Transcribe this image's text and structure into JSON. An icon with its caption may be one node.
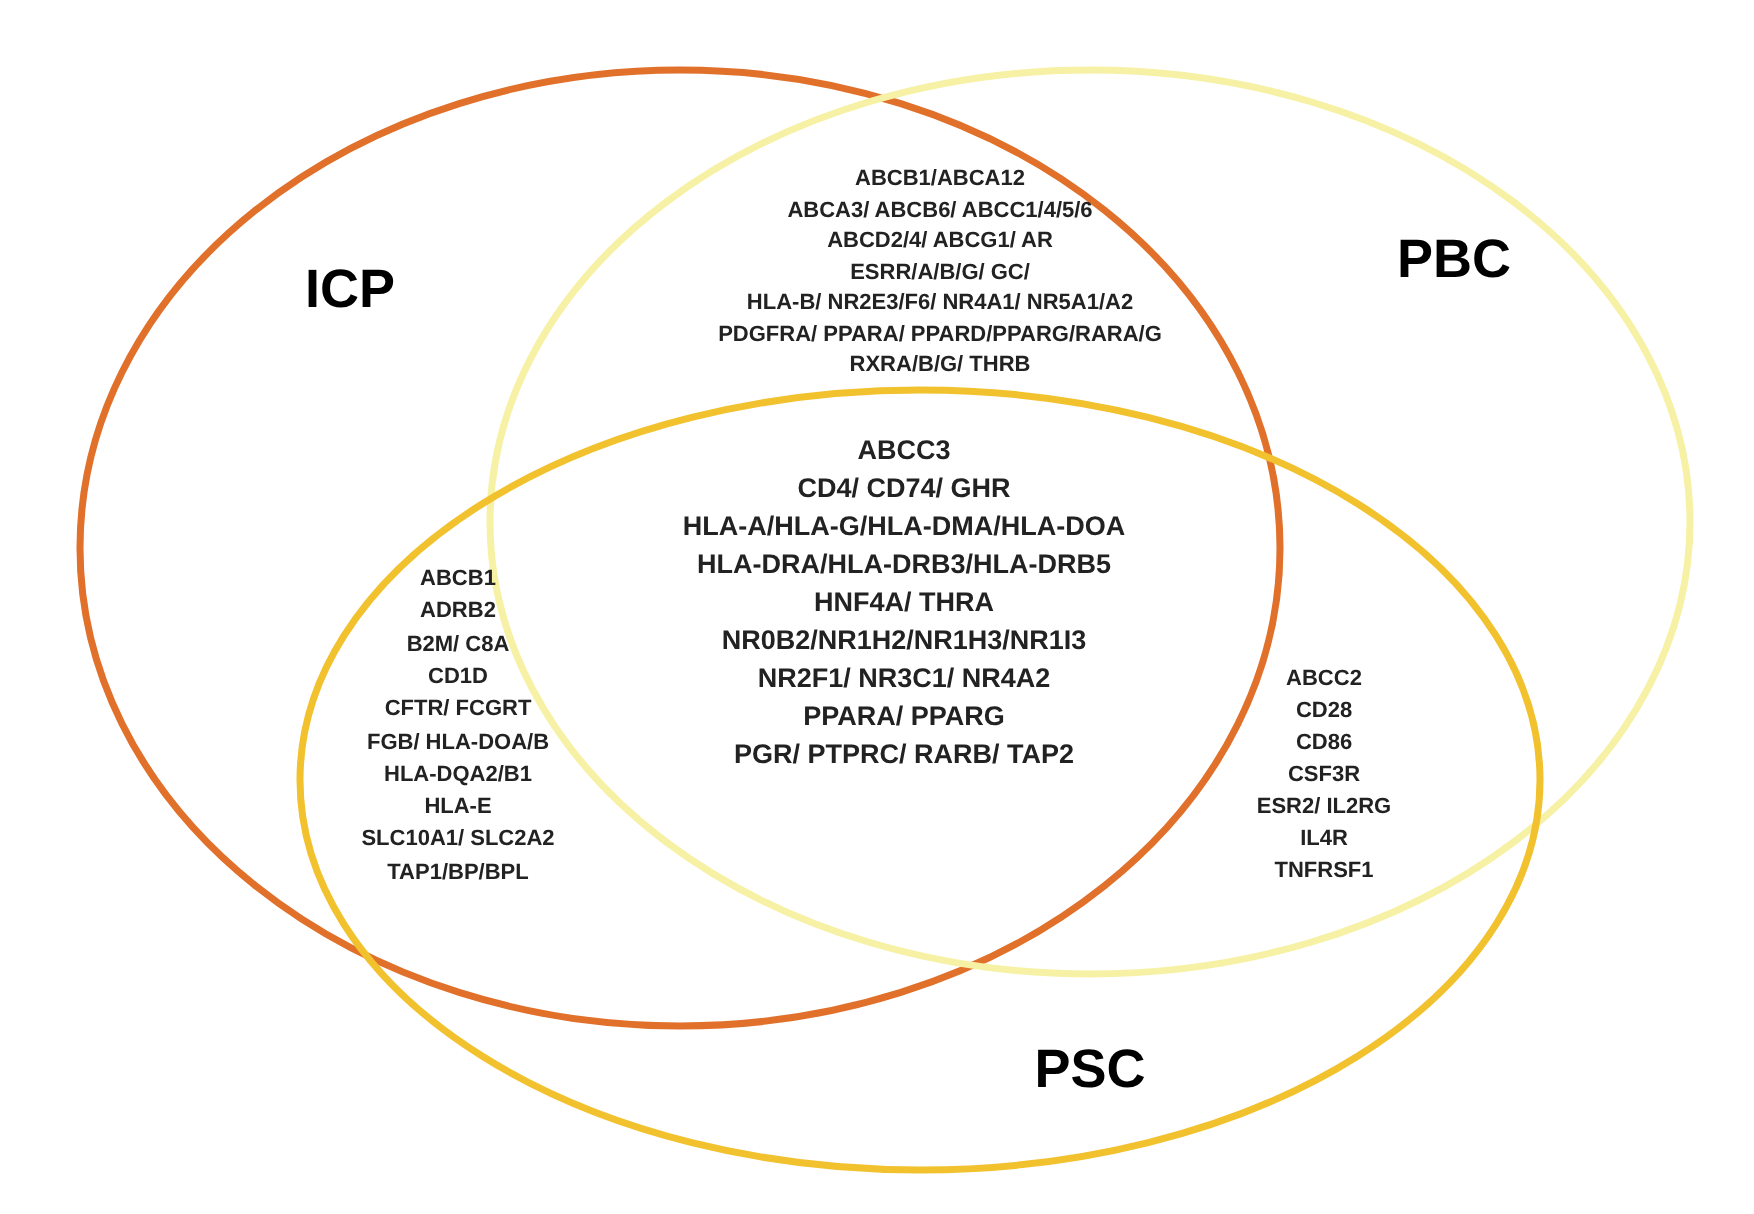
{
  "diagram": {
    "nodes": [
      {
        "text": [
          "ICP"
        ]
      },
      {
        "text": [
          "PBC"
        ]
      },
      {
        "text": [
          "PSC"
        ]
      }
    ],
    "labels": [
      "ABCB1/ABCA12",
      "ABCA3/ ABCB6/ ABCC1/4/5/6",
      "ABCD2/4/ ABCG1/ AR",
      "ESRR/A/B/G/ GC/",
      "HLA-B/ NR2E3/F6/ NR4A1/ NR5A1/A2",
      "PDGFRA/ PPARA/ PPARD/PPARG/RARA/G",
      "RXRA/B/G/ THRB",
      "ABCC3",
      "CD4/ CD74/ GHR",
      "HLA-A/HLA-G/HLA-DMA/HLA-DOA",
      "HLA-DRA/HLA-DRB3/HLA-DRB5",
      "HNF4A/ THRA",
      "NR0B2/NR1H2/NR1H3/NR1I3",
      "NR2F1/ NR3C1/ NR4A2",
      "PPARA/ PPARG",
      "PGR/ PTPRC/ RARB/ TAP2",
      "ABCB1",
      "ADRB2",
      "B2M/ C8A",
      "CD1D",
      "CFTR/ FCGRT",
      "FGB/ HLA-DOA/B",
      "HLA-DQA2/B1",
      "HLA-E",
      "SLC10A1/ SLC2A2",
      "TAP1/BP/BPL",
      "ABCC2",
      "CD28",
      "CD86",
      "CSF3R",
      "ESR2/ IL2RG",
      "IL4R",
      "TNFRSF1"
    ]
  }
}
